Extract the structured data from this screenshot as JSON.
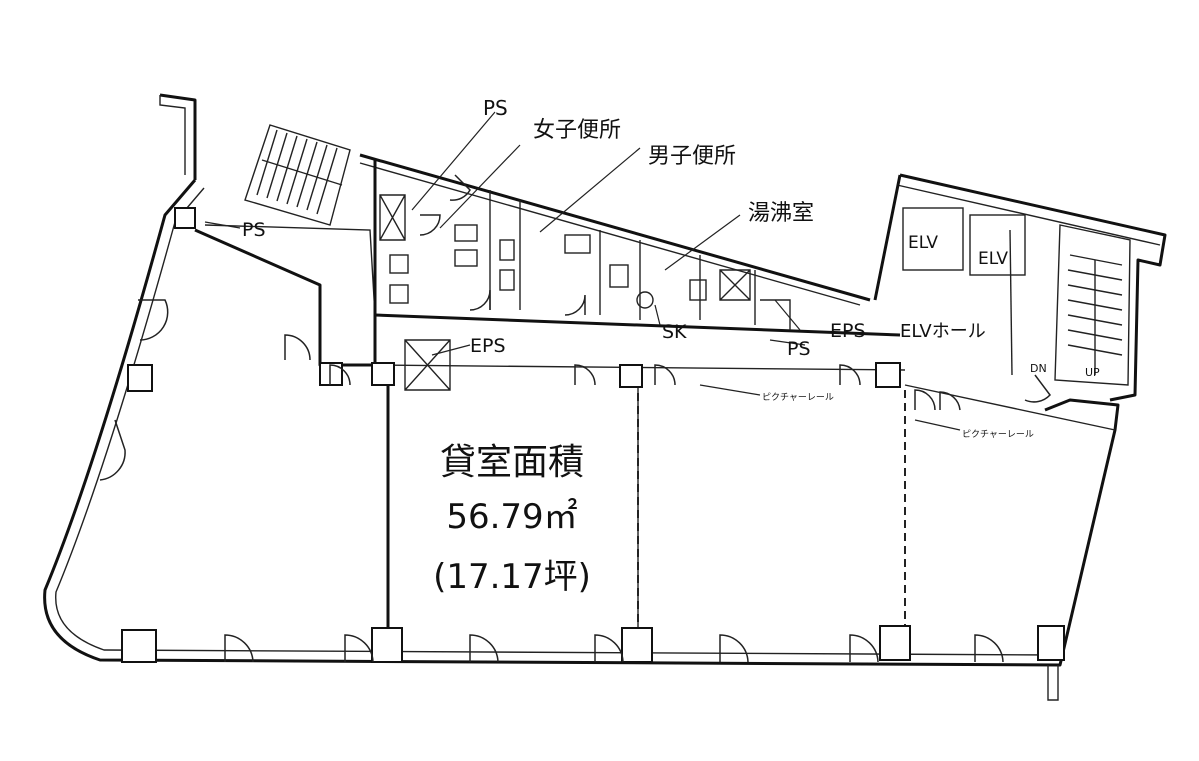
{
  "labels": {
    "ps_top": "PS",
    "womens_toilet": "女子便所",
    "mens_toilet": "男子便所",
    "kitchenette": "湯沸室",
    "ps_left": "PS",
    "eps_center": "EPS",
    "sk": "SK",
    "eps_right": "EPS",
    "ps_bottom": "PS",
    "elv_hall": "ELVホール",
    "elv_1": "ELV",
    "elv_2": "ELV",
    "up": "UP",
    "dn": "DN",
    "picture_rail_1": "ピクチャーレール",
    "picture_rail_2": "ピクチャーレール"
  },
  "rental_area": {
    "title": "貸室面積",
    "area_sqm": "56.79㎡",
    "area_tsubo": "(17.17坪)"
  }
}
